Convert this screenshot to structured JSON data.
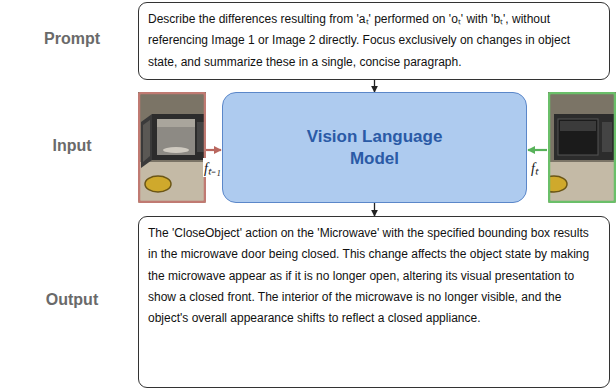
{
  "diagram": {
    "nodes": [
      {
        "text": [
          "Describe the differences resulting from 'aₜ' performed on 'oₜ' with 'bₜ', without referencing Image 1 or Image 2 directly. Focus exclusively on changes in object state, and summarize these in a single, concise paragraph."
        ]
      },
      {
        "text": [
          "Vision Language Model"
        ]
      },
      {
        "text": [
          "The 'CloseObject' action on the 'Microwave' with the specified bounding box results in the microwave door being closed. This change affects the object state by making the microwave appear as if it is no longer open, altering its visual presentation to show a closed front. The interior of the microwave is no longer visible, and the object's overall appearance shifts to reflect a closed appliance."
        ]
      }
    ],
    "edges": [
      {
        "from": 0,
        "to": 1,
        "arrow": "to"
      },
      {
        "from": 1,
        "to": 2,
        "arrow": "to"
      }
    ],
    "labels": [
      "Prompt",
      "Input",
      "Output",
      "fₜ₋₁",
      "fₜ"
    ]
  }
}
